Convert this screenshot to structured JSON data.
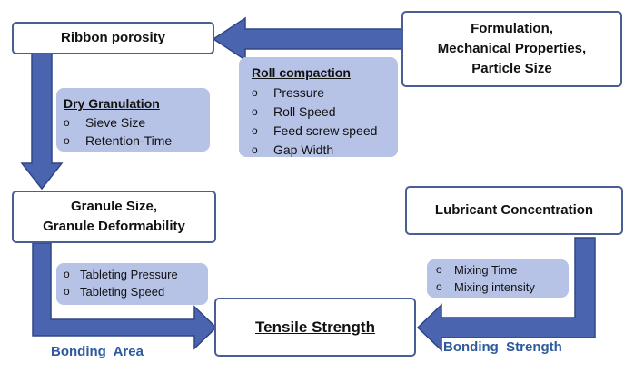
{
  "colors": {
    "arrow": "#4a64b0",
    "arrow_border": "#2f4684",
    "box_border": "#4a5d95",
    "panel_fill": "#b7c3e6",
    "edge_label": "#2d5a9c"
  },
  "nodes": {
    "ribbon_porosity": {
      "lines": [
        "Ribbon porosity"
      ]
    },
    "formulation": {
      "lines": [
        "Formulation,",
        "Mechanical Properties,",
        "Particle Size"
      ]
    },
    "granule_size": {
      "lines": [
        "Granule Size,",
        "Granule Deformability"
      ]
    },
    "lubricant": {
      "lines": [
        "Lubricant Concentration"
      ]
    },
    "tensile_strength": {
      "lines": [
        "Tensile Strength"
      ]
    }
  },
  "panels": {
    "roll_compaction": {
      "title": "Roll compaction",
      "items": [
        "Pressure",
        "Roll Speed",
        "Feed screw speed",
        "Gap Width"
      ]
    },
    "dry_granulation": {
      "title": "Dry Granulation",
      "items": [
        "Sieve Size",
        "Retention-Time"
      ]
    },
    "tableting": {
      "items": [
        "Tableting Pressure",
        "Tableting Speed"
      ]
    },
    "mixing": {
      "items": [
        "Mixing Time",
        "Mixing intensity"
      ]
    }
  },
  "bullet_symbol": "o",
  "edge_labels": {
    "bonding_area": "Bonding  Area",
    "bonding_strength": "Bonding  Strength"
  }
}
